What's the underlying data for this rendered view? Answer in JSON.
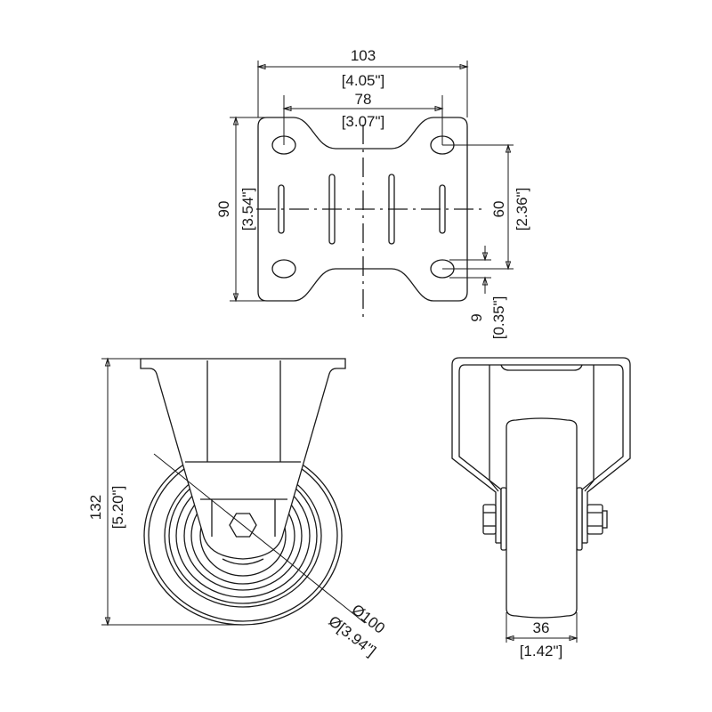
{
  "top_view": {
    "overall_width": {
      "mm": "103",
      "inch": "[4.05\"]"
    },
    "hole_spacing_x": {
      "mm": "78",
      "inch": "[3.07\"]"
    },
    "overall_length": {
      "mm": "90",
      "inch": "[3.54\"]"
    },
    "hole_spacing_y": {
      "mm": "60",
      "inch": "[2.36\"]"
    },
    "hole_size": {
      "mm": "9",
      "inch": "[0.35\"]"
    }
  },
  "front_view": {
    "height": {
      "mm": "132",
      "inch": "[5.20\"]"
    },
    "wheel_diameter": {
      "mm": "Ø100",
      "inch": "Ø[3.94\"]"
    }
  },
  "side_view": {
    "wheel_width": {
      "mm": "36",
      "inch": "[1.42\"]"
    }
  },
  "colors": {
    "line": "#1a1a1a",
    "background": "#ffffff"
  }
}
